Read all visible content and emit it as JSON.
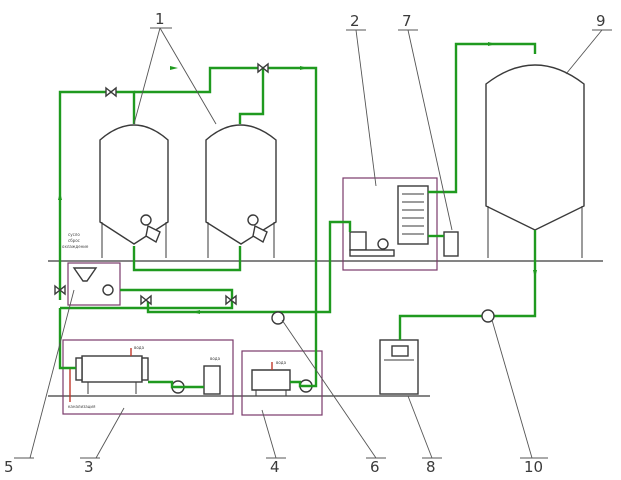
{
  "colors": {
    "pipe": "#1f9a1f",
    "outline": "#3a3a3a",
    "module_box": "#7a3a6a",
    "hot_line": "#c0392b"
  },
  "callouts": [
    "1",
    "2",
    "3",
    "4",
    "5",
    "6",
    "7",
    "8",
    "9",
    "10"
  ],
  "small_labels": {
    "tank_note_1": "сусло",
    "tank_note_2": "сброс",
    "tank_note_3": "охлаждение",
    "heater_in": "вода",
    "heater_out": "вода",
    "washer_in": "вода",
    "heater_bottom": "канализация"
  }
}
